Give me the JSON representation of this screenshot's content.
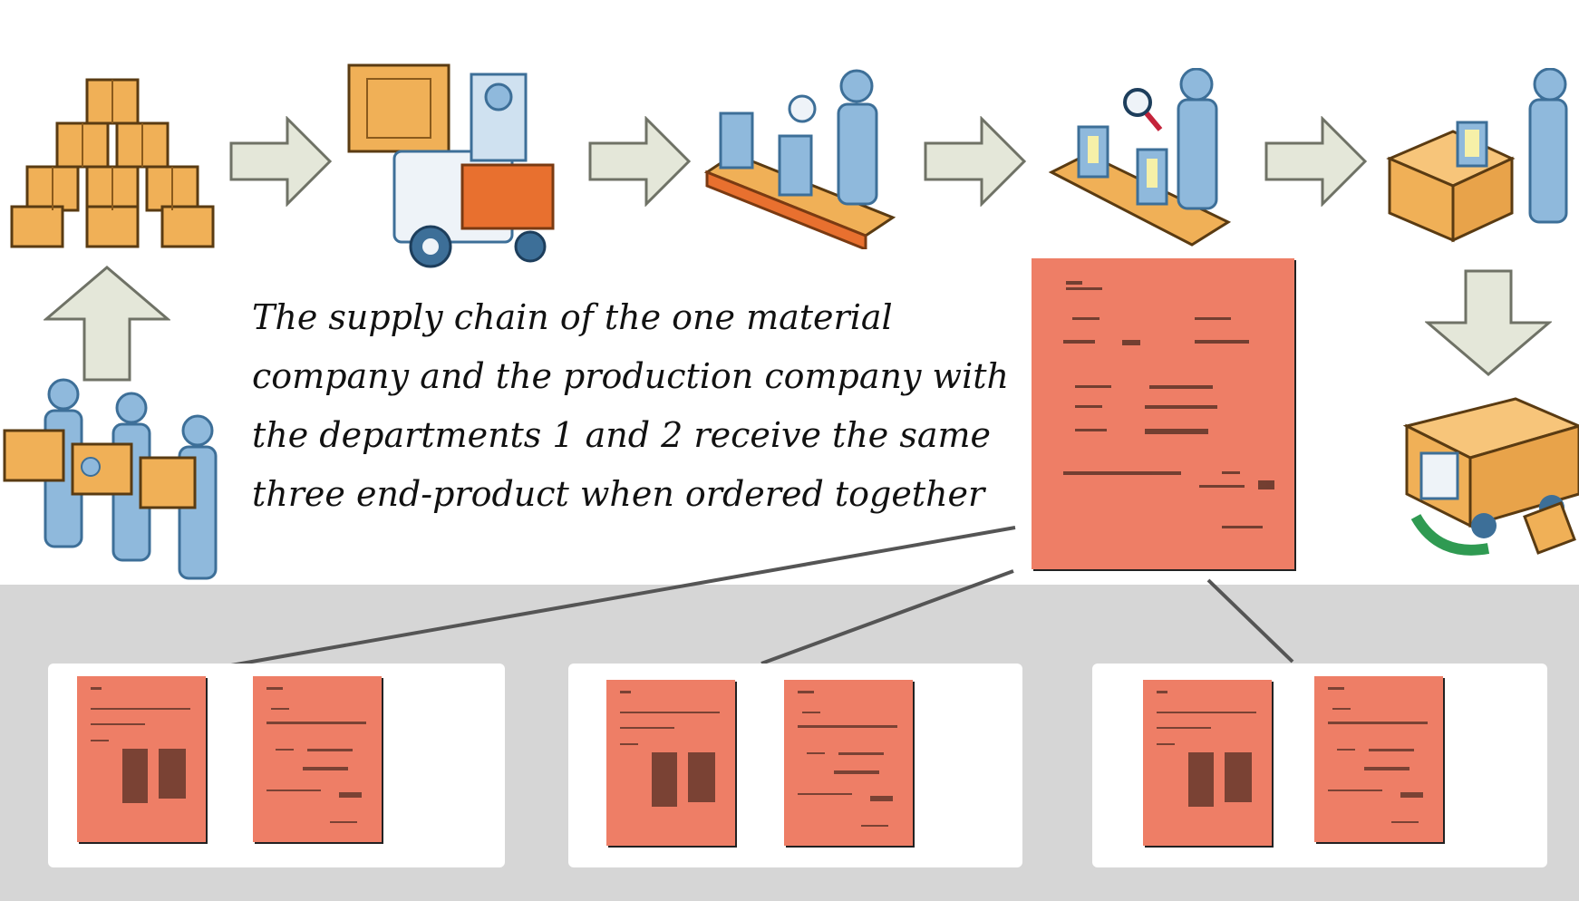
{
  "caption": {
    "line1": "The supply chain of the one material",
    "line2": "company and the production company with",
    "line3": "the departments 1 and 2 receive the same",
    "line4": "three end-product  when ordered together"
  },
  "process_steps": [
    {
      "icon": "boxes-stack-icon"
    },
    {
      "icon": "forklift-icon"
    },
    {
      "icon": "assembly-conveyor-icon"
    },
    {
      "icon": "inspection-conveyor-icon"
    },
    {
      "icon": "packing-box-icon"
    },
    {
      "icon": "delivery-truck-icon"
    },
    {
      "icon": "workers-carrying-boxes-icon"
    }
  ],
  "panels": [
    {
      "documents": 2
    },
    {
      "documents": 2
    },
    {
      "documents": 2
    }
  ],
  "colors": {
    "document": "#ee7e66",
    "arrow_fill": "#e4e7d9",
    "arrow_stroke": "#6f7266",
    "box": "#f0b057",
    "person": "#8fb9dc",
    "connector": "#555555",
    "bottom_band": "#d6d6d6"
  }
}
